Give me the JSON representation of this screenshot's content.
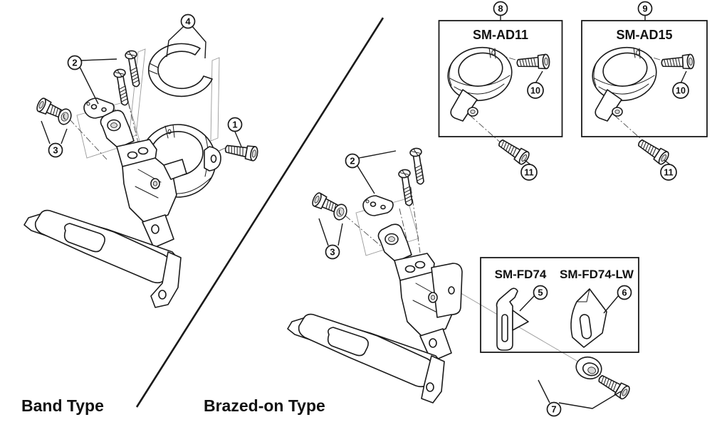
{
  "section_labels": {
    "band": "Band Type",
    "brazed": "Brazed-on Type"
  },
  "part_labels": {
    "ad11": "SM-AD11",
    "ad15": "SM-AD15",
    "fd74": "SM-FD74",
    "fd74_lw": "SM-FD74-LW"
  },
  "callouts": {
    "clamp_bolt": "1",
    "left_screws": "2",
    "left_bolt_washer": "3",
    "left_shim": "4",
    "right_screws": "2",
    "right_bolt_washer": "3",
    "fd74_clip": "5",
    "fd74_lw_plate": "6",
    "stop_washer_bolt": "7",
    "ad11_box": "8",
    "ad15_box": "9",
    "ad11_clamp_bolt": "10",
    "ad15_clamp_bolt": "10",
    "ad11_mount_bolt": "11",
    "ad15_mount_bolt": "11"
  },
  "colors": {
    "line": "#1a1a1a",
    "thin_line": "#9a9a9a",
    "dash_line": "#4a4a4a",
    "background": "#ffffff",
    "shade": "#d7d7d7"
  }
}
